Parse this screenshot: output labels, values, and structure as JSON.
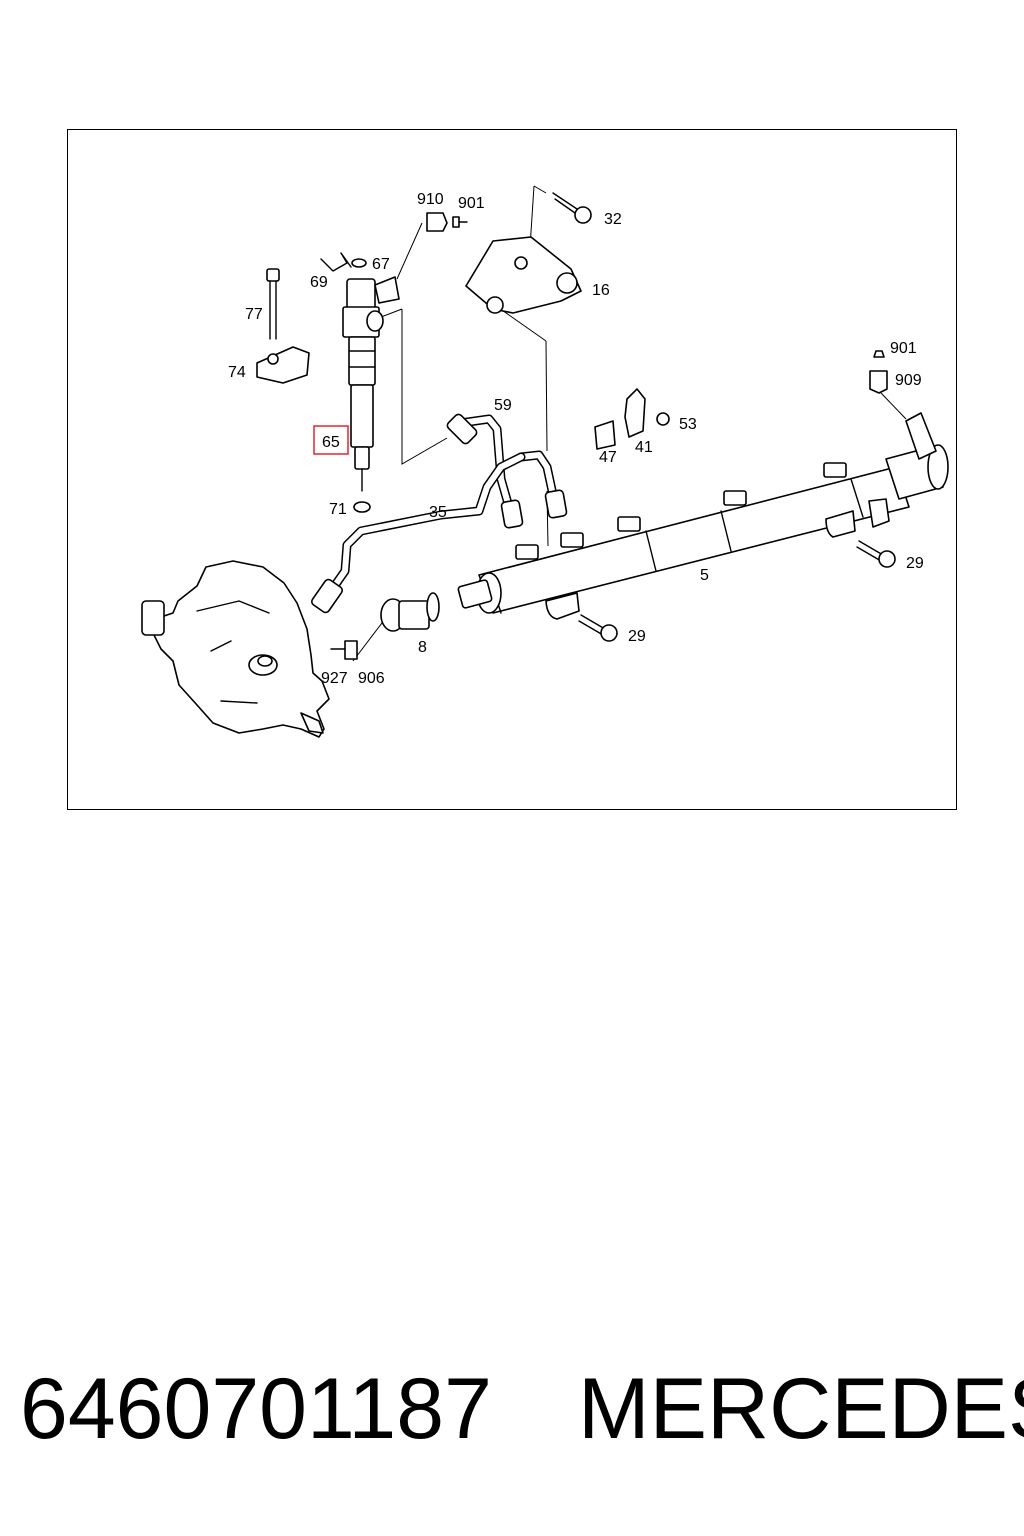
{
  "diagram": {
    "highlight_color": "#e8323c",
    "callouts": {
      "c910": "910",
      "c901a": "901",
      "c32": "32",
      "c67": "67",
      "c69": "69",
      "c16": "16",
      "c77": "77",
      "c901b": "901",
      "c74": "74",
      "c909": "909",
      "c59": "59",
      "c53": "53",
      "c65": "65",
      "c47": "47",
      "c41": "41",
      "c71": "71",
      "c35": "35",
      "c29a": "29",
      "c5": "5",
      "c29b": "29",
      "c8": "8",
      "c927": "927",
      "c906": "906"
    }
  },
  "caption": {
    "part_number": "6460701187",
    "brand": "MERCEDES"
  }
}
